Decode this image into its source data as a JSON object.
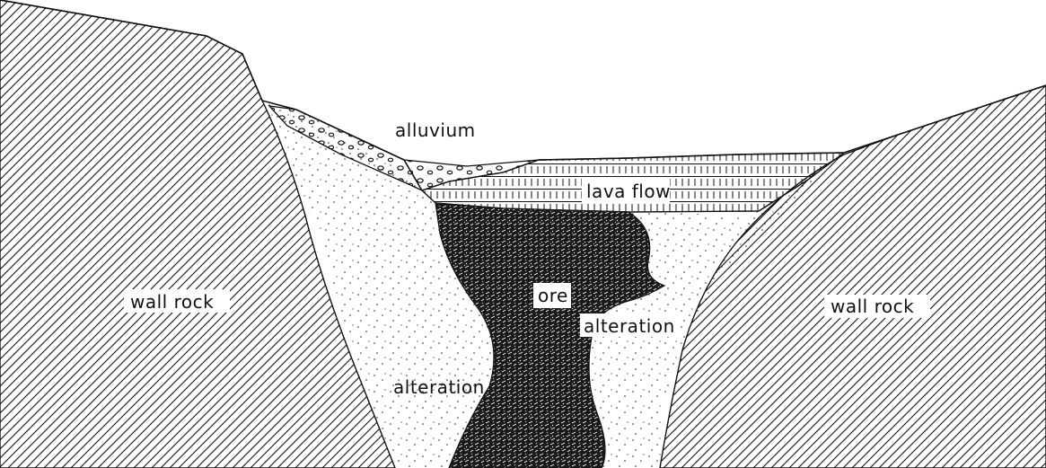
{
  "labels": {
    "alluvium": "alluvium",
    "lava_flow": "lava flow",
    "wall_rock_left": "wall rock",
    "wall_rock_right": "wall rock",
    "ore": "ore",
    "alteration_right": "alteration",
    "alteration_left": "alteration"
  },
  "colors": {
    "ink": "#111111",
    "paper": "#ffffff"
  }
}
